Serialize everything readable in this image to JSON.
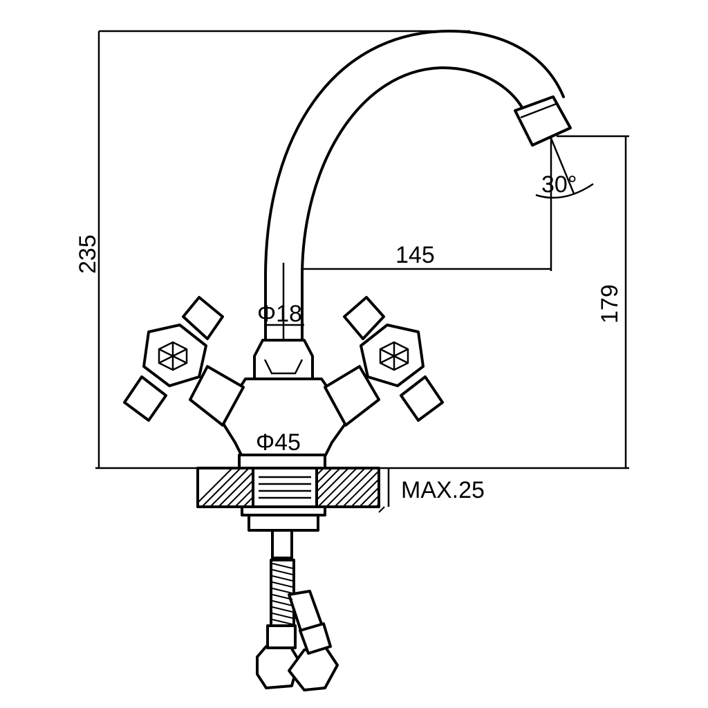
{
  "dimensions": {
    "total_height": "235",
    "spout_reach": "145",
    "outlet_height": "179",
    "spout_diameter": "Φ18",
    "base_diameter": "Φ45",
    "outlet_angle": "30°",
    "max_counter_thickness": "MAX.25"
  }
}
